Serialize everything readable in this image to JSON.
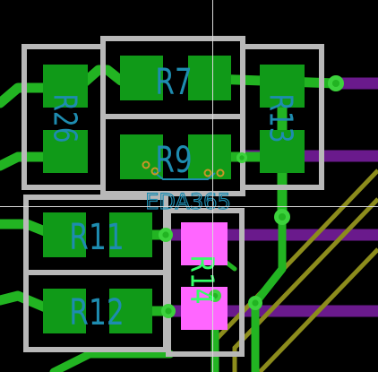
{
  "canvas": {
    "background": "#000000",
    "crosshair_color": "#d8d8d8"
  },
  "colors": {
    "top_copper": "#22b422",
    "pad": "#109a18",
    "pad_selected": "#ff66ff",
    "bottom_copper": "#6a1a8c",
    "diagonal_traces": "#8c8c1c",
    "courtyard": "#b8b8b8",
    "silkscreen_top": "#1e8cb0",
    "silkscreen_selected": "#33ff66",
    "via_ring": "#3cd23c",
    "via_hole": "#c89628"
  },
  "components": [
    {
      "ref": "R7",
      "label": "R7"
    },
    {
      "ref": "R9",
      "label": "R9"
    },
    {
      "ref": "R26",
      "label": "R26"
    },
    {
      "ref": "R13",
      "label": "R13"
    },
    {
      "ref": "R11",
      "label": "R11"
    },
    {
      "ref": "R12",
      "label": "R12"
    },
    {
      "ref": "R14",
      "label": "R14",
      "selected": true
    }
  ],
  "watermark": "EDA365",
  "icons": [
    "crosshair-cursor-icon",
    "via-icon"
  ]
}
